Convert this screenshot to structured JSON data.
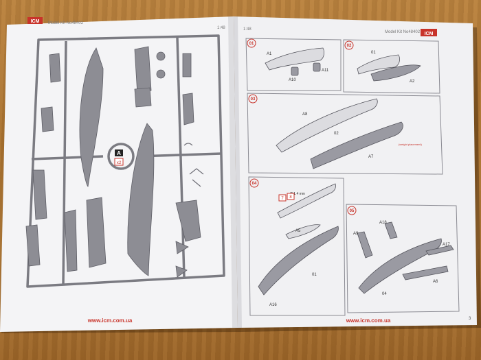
{
  "left_page": {
    "logo": "ICM",
    "header_model": "Model Kit No48402",
    "header_scale": "1:48",
    "sprue_letter": "A",
    "sprue_count": "x2",
    "footer_url": "www.icm.com.ua"
  },
  "right_page": {
    "logo": "ICM",
    "header_scale": "1:48",
    "header_model": "Model Kit No48402",
    "page_number": "3",
    "footer_url": "www.icm.com.ua",
    "steps": [
      {
        "number": "01",
        "labels": [
          "A1",
          "A10",
          "A11"
        ]
      },
      {
        "number": "02",
        "labels": [
          "01",
          "A2"
        ]
      },
      {
        "number": "03",
        "labels": [
          "A8",
          "02",
          "A7"
        ],
        "note": "(weight placement)"
      },
      {
        "number": "04",
        "labels": [
          "A5",
          "01",
          "A16"
        ],
        "callout": "Ø 1.4 mm"
      },
      {
        "number": "05",
        "labels": [
          "A18",
          "A9",
          "A17",
          "A6",
          "04"
        ]
      }
    ],
    "paint_codes": [
      "7",
      "8"
    ]
  },
  "colors": {
    "paper": "#f3f3f5",
    "line": "#6e6e76",
    "part_fill": "#8d8d94",
    "accent_red": "#c8332a",
    "wood": "#b07a39"
  }
}
